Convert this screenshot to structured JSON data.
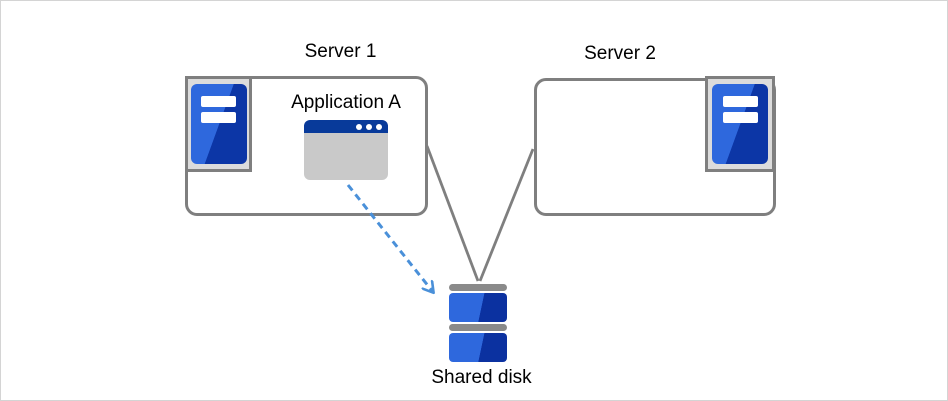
{
  "nodes": {
    "server1": {
      "label": "Server 1",
      "icon": "server-tower-icon"
    },
    "server2": {
      "label": "Server 2",
      "icon": "server-tower-icon"
    },
    "application": {
      "label": "Application A",
      "icon": "app-window-icon"
    },
    "shared_disk": {
      "label": "Shared disk",
      "icon": "disk-stack-icon"
    }
  },
  "connections": [
    {
      "from": "server1",
      "to": "shared_disk",
      "style": "solid",
      "color": "#7f7f7f"
    },
    {
      "from": "server2",
      "to": "shared_disk",
      "style": "solid",
      "color": "#7f7f7f"
    },
    {
      "from": "application",
      "to": "shared_disk",
      "style": "dashed-arrow",
      "color": "#4a90d9"
    }
  ],
  "colors": {
    "box_border_gray": "#7f7f7f",
    "icon_frame_gray": "#dcdcdc",
    "server_blue_light": "#2e68dd",
    "server_blue_dark": "#0c36a6",
    "window_titlebar_navy": "#083a9a",
    "window_body_gray": "#c9c9c9",
    "disk_bar_gray": "#8a8a8a",
    "disk_blue_light": "#2e68dd",
    "disk_blue_dark": "#0b31a0",
    "arrow_blue": "#4a90d9"
  }
}
